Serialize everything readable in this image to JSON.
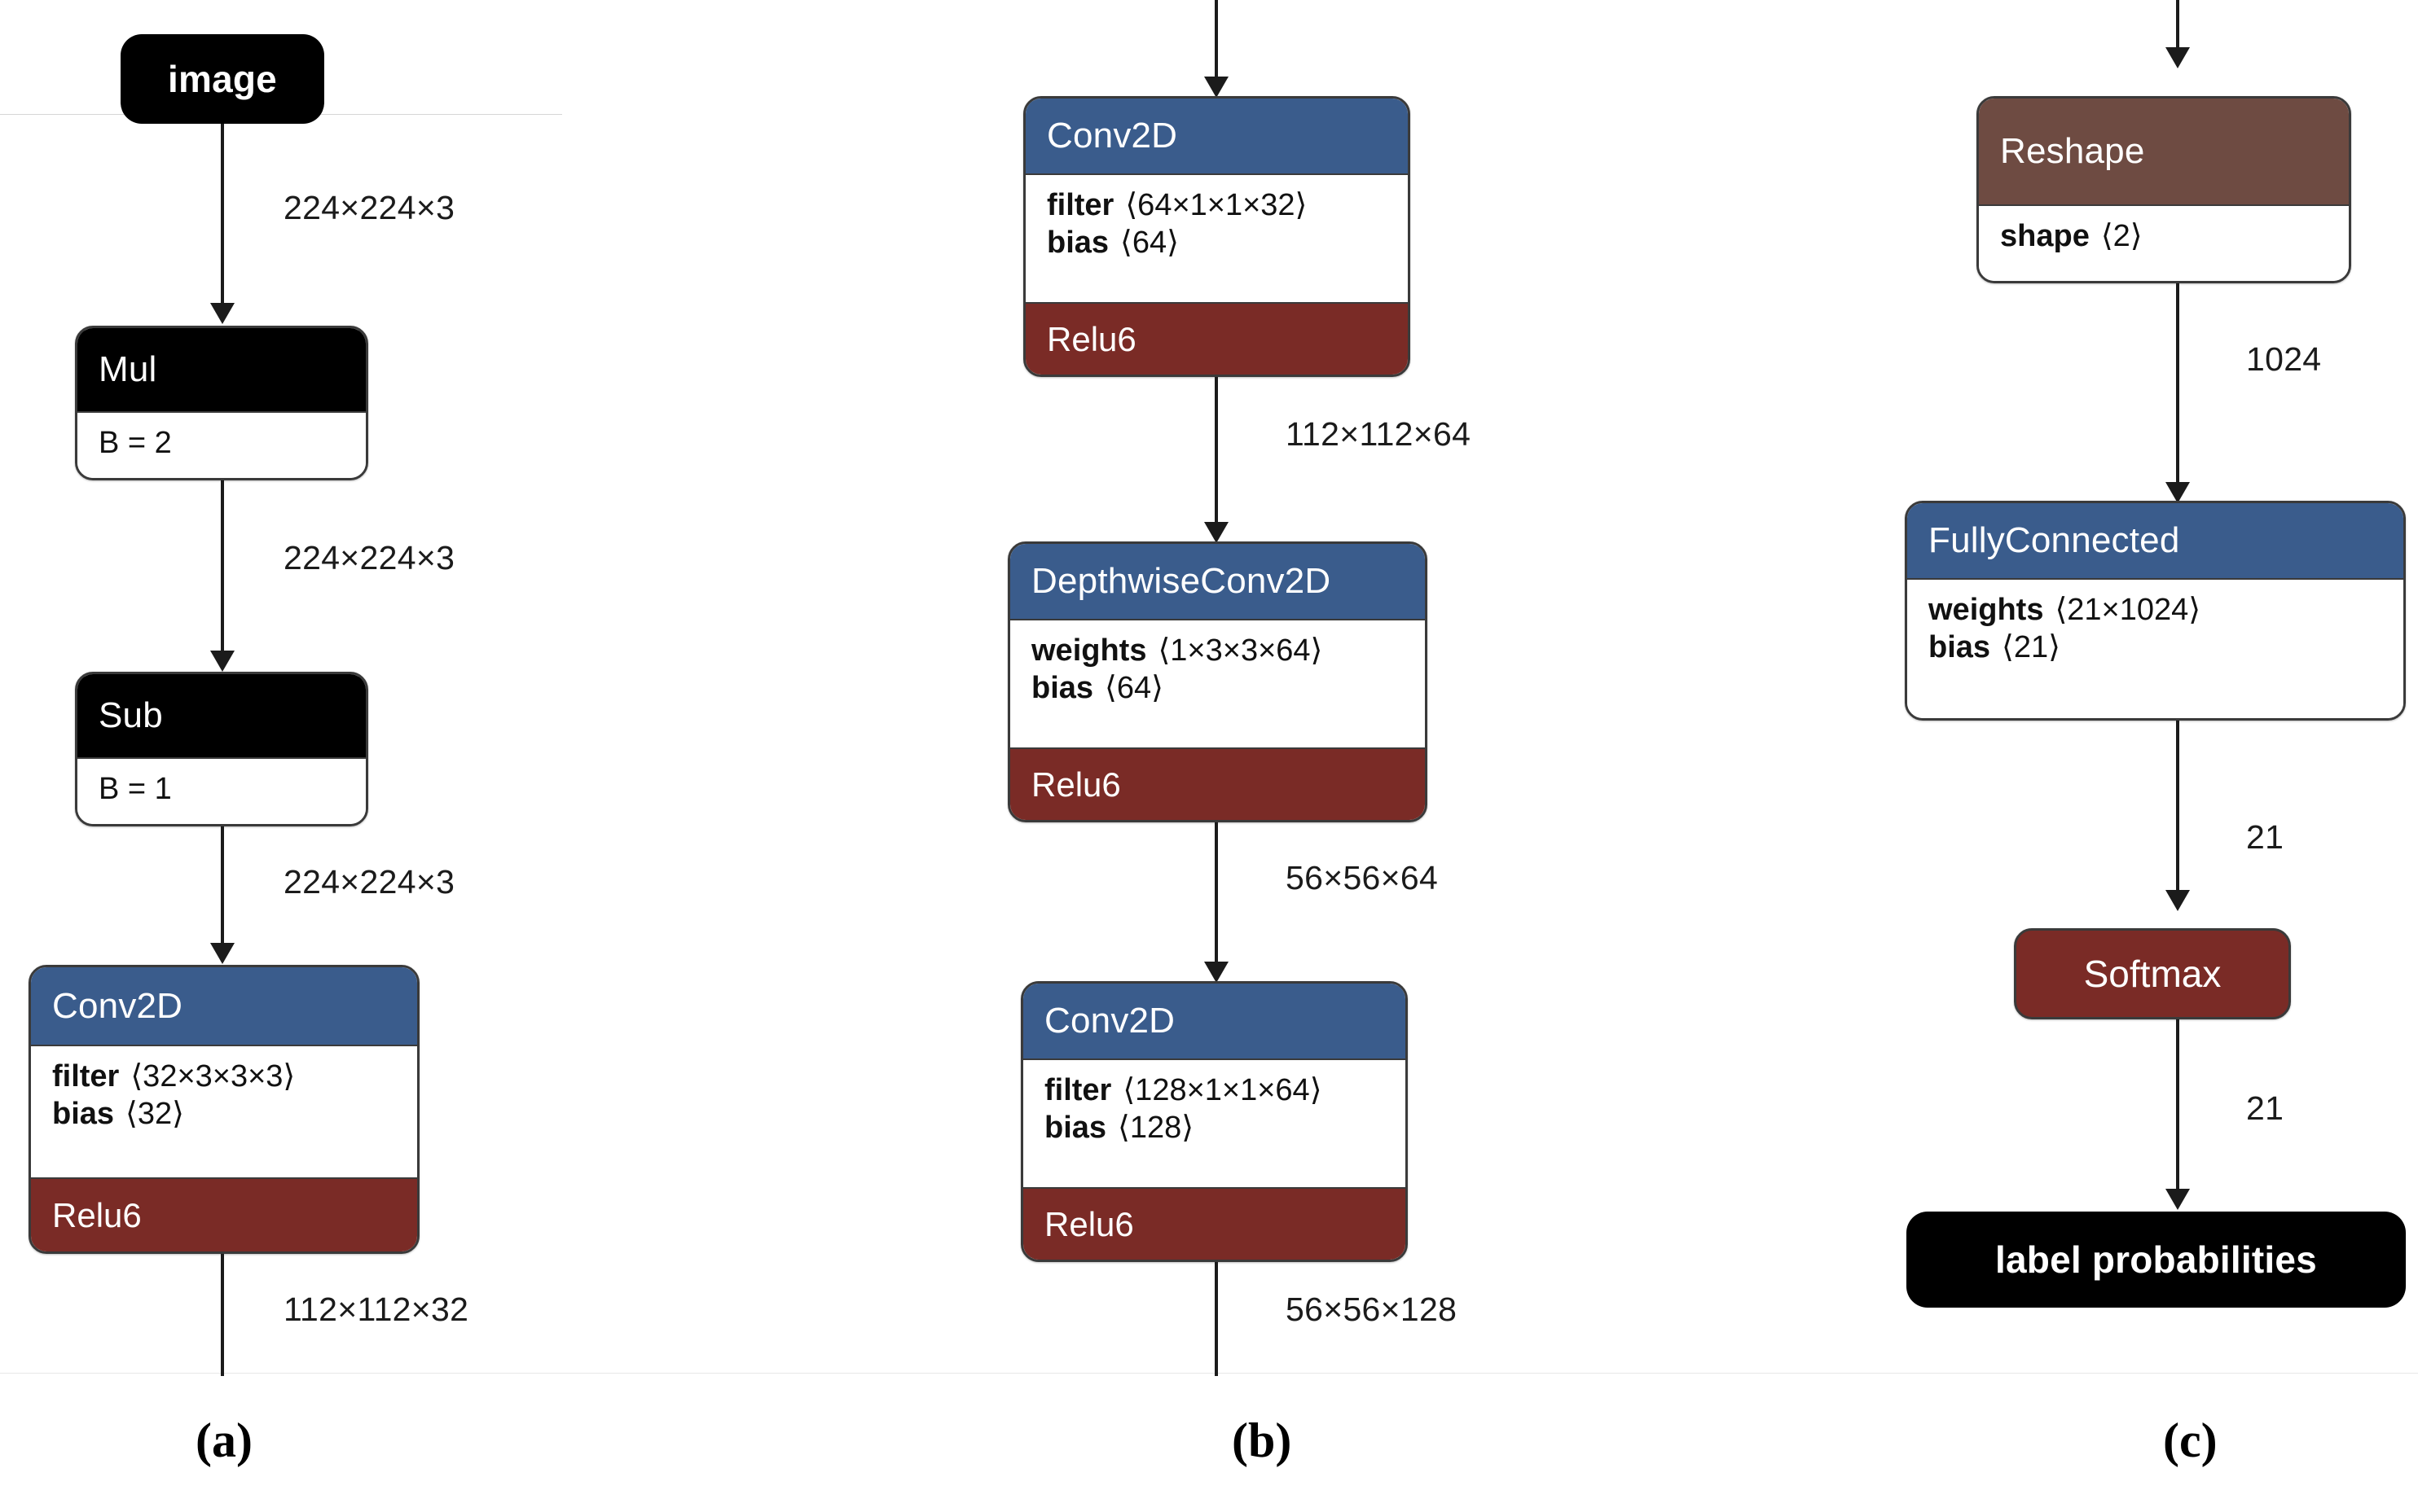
{
  "figure": {
    "background_color": "#ffffff",
    "node_colors": {
      "op_blue": "#3a5c8c",
      "activation_red": "#7a2b26",
      "reshape_brown": "#6e4b42",
      "terminal_black": "#000000",
      "border": "#3a3a3a",
      "edge": "#1b1b1b"
    }
  },
  "panels": [
    {
      "caption": "(a)",
      "nodes": [
        {
          "kind": "terminal",
          "title": "image"
        },
        {
          "kind": "op",
          "title": "Mul",
          "title_color": "black",
          "params": [
            {
              "name": "B = 2",
              "value": ""
            }
          ],
          "activation": null
        },
        {
          "kind": "op",
          "title": "Sub",
          "title_color": "black",
          "params": [
            {
              "name": "B = 1",
              "value": ""
            }
          ],
          "activation": null
        },
        {
          "kind": "op",
          "title": "Conv2D",
          "title_color": "blue",
          "params": [
            {
              "name": "filter",
              "value": "⟨32×3×3×3⟩"
            },
            {
              "name": "bias",
              "value": "⟨32⟩"
            }
          ],
          "activation": "Relu6"
        }
      ],
      "edges": [
        {
          "label": "224×224×3"
        },
        {
          "label": "224×224×3"
        },
        {
          "label": "224×224×3"
        },
        {
          "label": "112×112×32"
        }
      ]
    },
    {
      "caption": "(b)",
      "nodes": [
        {
          "kind": "op",
          "title": "Conv2D",
          "title_color": "blue",
          "params": [
            {
              "name": "filter",
              "value": "⟨64×1×1×32⟩"
            },
            {
              "name": "bias",
              "value": "⟨64⟩"
            }
          ],
          "activation": "Relu6"
        },
        {
          "kind": "op",
          "title": "DepthwiseConv2D",
          "title_color": "blue",
          "params": [
            {
              "name": "weights",
              "value": "⟨1×3×3×64⟩"
            },
            {
              "name": "bias",
              "value": "⟨64⟩"
            }
          ],
          "activation": "Relu6"
        },
        {
          "kind": "op",
          "title": "Conv2D",
          "title_color": "blue",
          "params": [
            {
              "name": "filter",
              "value": "⟨128×1×1×64⟩"
            },
            {
              "name": "bias",
              "value": "⟨128⟩"
            }
          ],
          "activation": "Relu6"
        }
      ],
      "edges": [
        {
          "label": "112×112×64"
        },
        {
          "label": "56×56×64"
        },
        {
          "label": "56×56×128"
        }
      ]
    },
    {
      "caption": "(c)",
      "nodes": [
        {
          "kind": "op",
          "title": "Reshape",
          "title_color": "brown",
          "params": [
            {
              "name": "shape",
              "value": "⟨2⟩"
            }
          ],
          "activation": null
        },
        {
          "kind": "op",
          "title": "FullyConnected",
          "title_color": "blue",
          "params": [
            {
              "name": "weights",
              "value": "⟨21×1024⟩"
            },
            {
              "name": "bias",
              "value": "⟨21⟩"
            }
          ],
          "activation": null
        },
        {
          "kind": "activation-only",
          "title": "Softmax"
        },
        {
          "kind": "terminal",
          "title": "label probabilities"
        }
      ],
      "edges": [
        {
          "label": "1024"
        },
        {
          "label": "21"
        },
        {
          "label": "21"
        }
      ]
    }
  ]
}
